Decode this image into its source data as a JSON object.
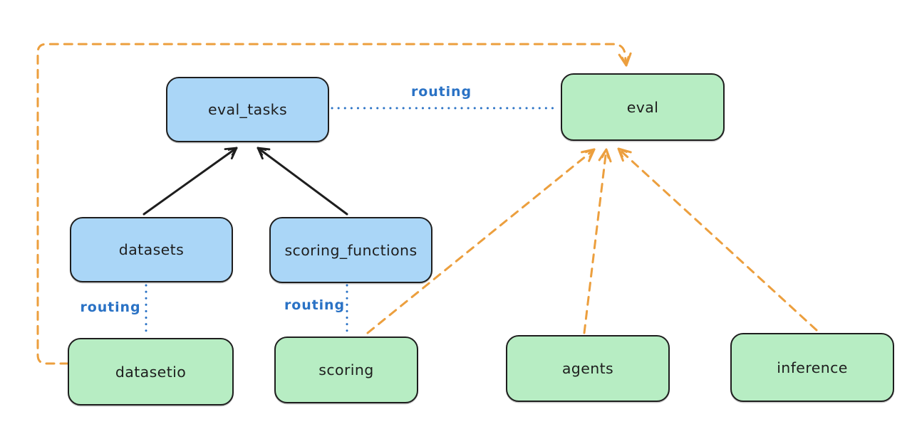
{
  "diagram": {
    "description": "Eval API routing diagram",
    "colors": {
      "api_box_fill": "#aad6f7",
      "provider_box_fill": "#b7edc3",
      "box_stroke": "#1e1e1e",
      "routing_line": "#2a72c5",
      "provider_arrow": "#ec9f3e"
    },
    "nodes": [
      {
        "id": "eval_tasks",
        "label": "eval_tasks",
        "kind": "api"
      },
      {
        "id": "eval",
        "label": "eval",
        "kind": "provider"
      },
      {
        "id": "datasets",
        "label": "datasets",
        "kind": "api"
      },
      {
        "id": "scoring_functions",
        "label": "scoring_functions",
        "kind": "api"
      },
      {
        "id": "datasetio",
        "label": "datasetio",
        "kind": "provider"
      },
      {
        "id": "scoring",
        "label": "scoring",
        "kind": "provider"
      },
      {
        "id": "agents",
        "label": "agents",
        "kind": "provider"
      },
      {
        "id": "inference",
        "label": "inference",
        "kind": "provider"
      }
    ],
    "edges": [
      {
        "from": "datasets",
        "to": "eval_tasks",
        "style": "solid-black-arrow",
        "label": ""
      },
      {
        "from": "scoring_functions",
        "to": "eval_tasks",
        "style": "solid-black-arrow",
        "label": ""
      },
      {
        "from": "eval_tasks",
        "to": "eval",
        "style": "dotted-blue",
        "label": "routing"
      },
      {
        "from": "datasets",
        "to": "datasetio",
        "style": "dotted-blue",
        "label": "routing"
      },
      {
        "from": "scoring_functions",
        "to": "scoring",
        "style": "dotted-blue",
        "label": "routing"
      },
      {
        "from": "datasetio",
        "to": "eval",
        "style": "dashed-orange-arrow",
        "label": ""
      },
      {
        "from": "scoring",
        "to": "eval",
        "style": "dashed-orange-arrow",
        "label": ""
      },
      {
        "from": "agents",
        "to": "eval",
        "style": "dashed-orange-arrow",
        "label": ""
      },
      {
        "from": "inference",
        "to": "eval",
        "style": "dashed-orange-arrow",
        "label": ""
      }
    ]
  }
}
